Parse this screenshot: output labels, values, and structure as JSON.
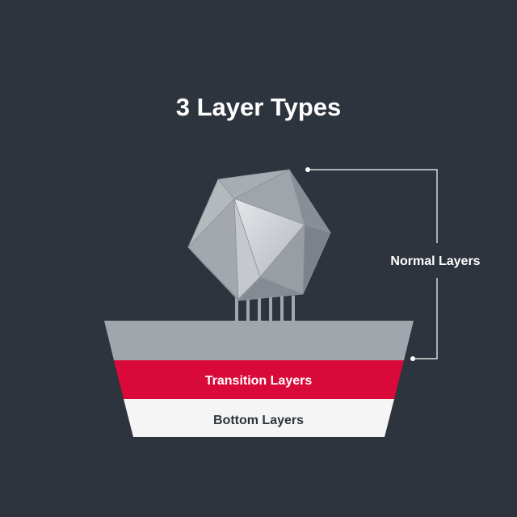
{
  "title": "3 Layer Types",
  "labels": {
    "normal": "Normal Layers",
    "transition": "Transition Layers",
    "bottom": "Bottom Layers"
  },
  "colors": {
    "background": "#2e343d",
    "normal_layer": "#a1a6ad",
    "transition_layer": "#d90a3a",
    "bottom_layer": "#f5f5f5",
    "label_light": "#ffffff",
    "label_dark": "#2e343d",
    "bracket": "#ffffff"
  },
  "icons": {
    "model": "icosahedron-model",
    "supports": "support-pillars"
  }
}
